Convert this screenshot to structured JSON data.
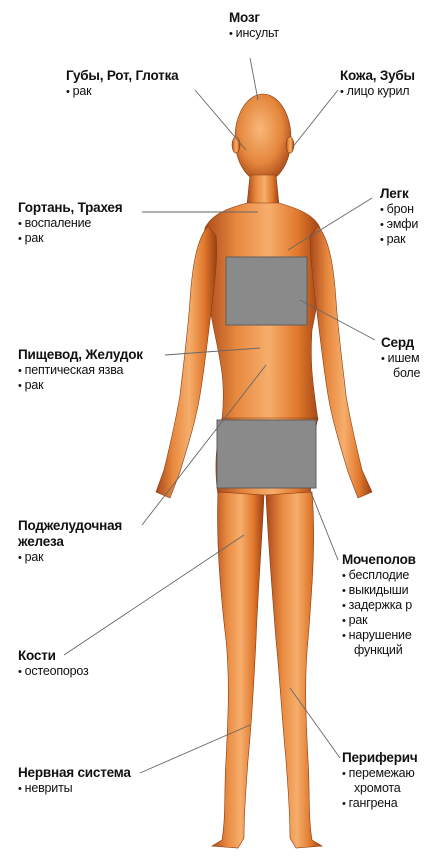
{
  "callouts": {
    "brain": {
      "title": "Мозг",
      "items": [
        "инсульт"
      ]
    },
    "lips": {
      "title": "Губы, Рот, Глотка",
      "items": [
        "рак"
      ]
    },
    "skin": {
      "title": "Кожа, Зубы",
      "items": [
        "лицо курил"
      ]
    },
    "larynx": {
      "title": "Гортань, Трахея",
      "items": [
        "воспаление",
        "рак"
      ]
    },
    "lungs": {
      "title": "Легк",
      "items": [
        "брон",
        "эмфи",
        "рак"
      ]
    },
    "esophagus": {
      "title": "Пищевод, Желудок",
      "items": [
        "пептическая язва",
        "рак"
      ]
    },
    "heart": {
      "title": "Серд",
      "items": [
        "ишем",
        "боле"
      ]
    },
    "pancreas": {
      "title_line1": "Поджелудочная",
      "title_line2": "железа",
      "items": [
        "рак"
      ]
    },
    "urogenital": {
      "title": "Мочеполов",
      "items": [
        "бесплодие",
        "выкидыши",
        "задержка р",
        "рак",
        "нарушение",
        "функций"
      ]
    },
    "bones": {
      "title": "Кости",
      "items": [
        "остеопороз"
      ]
    },
    "nervous": {
      "title": "Нервная система",
      "items": [
        "невриты"
      ]
    },
    "peripheral": {
      "title": "Периферич",
      "items": [
        "перемежаю",
        "хромота",
        "гангрена"
      ]
    }
  },
  "colors": {
    "skin_light": "#f4a25c",
    "skin_mid": "#e07a2e",
    "skin_dark": "#9c4414",
    "censor": "#8a8a8a",
    "leader": "#666666"
  }
}
